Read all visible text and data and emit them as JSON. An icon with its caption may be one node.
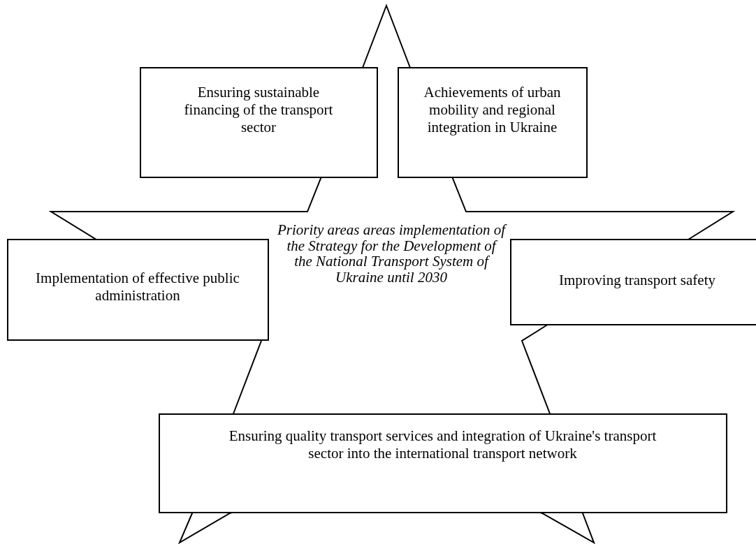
{
  "diagram": {
    "nodes": [
      {
        "text": [
          "Priority areas areas implementation of the Strategy for the Development of the National Transport System of Ukraine until 2030"
        ]
      },
      {
        "text": [
          "Ensuring sustainable financing of the transport sector"
        ]
      },
      {
        "text": [
          "Achievements of urban mobility and regional integration in Ukraine"
        ]
      },
      {
        "text": [
          "Implementation of effective public administration"
        ]
      },
      {
        "text": [
          "Improving transport safety"
        ]
      },
      {
        "text": [
          "Ensuring quality transport services and integration of Ukraine's transport sector into the international transport network"
        ]
      }
    ]
  }
}
